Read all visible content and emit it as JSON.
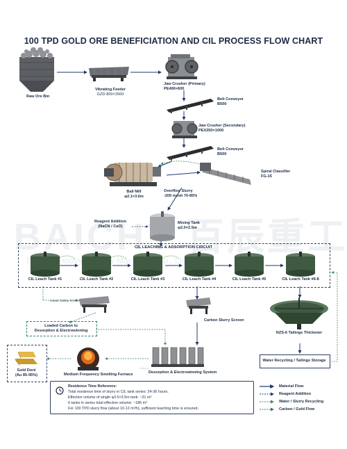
{
  "title": "100 TPD GOLD ORE BENEFICIATION AND CIL PROCESS FLOW CHART",
  "watermark": "BAICHY 百辰重工",
  "watermark_sub": "Baichen Heavy Industry Machinery Co., Ltd.",
  "equipment": {
    "raw_ore_bin": "Raw Ore Bin",
    "vibrating_feeder": "Vibrating Feeder",
    "vibrating_feeder_model": "GZD-800×2500",
    "jaw_primary": "Jaw Crusher (Primary)",
    "jaw_primary_model": "PE400×600",
    "belt1": "Belt Conveyor",
    "belt1_model": "B500",
    "jaw_secondary": "Jaw Crusher (Secondary)",
    "jaw_secondary_model": "PEX250×1000",
    "belt2": "Belt Conveyor",
    "belt2_model": "B500",
    "spiral": "Spiral Classifier",
    "spiral_model": "FG-15",
    "ball_mill": "Ball Mill",
    "ball_mill_model": "φ2.1×3.6m",
    "overflow": "Overflow Slurry",
    "overflow_spec": "-200 mesh 70-85%",
    "reagent": "Reagent Addition",
    "reagent_spec": "(NaCN / CaO)",
    "mixing_tank": "Mixing Tank",
    "mixing_tank_model": "φ2.0×2.5m"
  },
  "cil": {
    "header": "CIL LEACHING & ADSORPTION CIRCUIT",
    "tanks": [
      "CIL Leach Tank #1",
      "CIL Leach Tank #2",
      "CIL Leach Tank #3",
      "CIL Leach Tank #4",
      "CIL Leach Tank #5",
      "CIL Leach Tank #6-8"
    ]
  },
  "downstream": {
    "screen1": "Linear Safety Screen",
    "loaded_carbon": "Loaded Carbon to",
    "loaded_carbon2": "Desorption & Electrowinning",
    "carbon_screen": "Carbon Slurry Screen",
    "thickener": "NZS-6 Tailings Thickener",
    "water": "Water Recycling / Tailings Storage",
    "gold": "Gold Doré",
    "gold_spec": "(Au 85-95%)",
    "furnace": "Medium Frequency Smelting Furnace",
    "desorption": "Desorption & Electrowinning System"
  },
  "notes": {
    "title": "Residence Time Reference:",
    "lines": [
      "Total residence time of slurry in CIL tank series: 24-36 hours.",
      "Effective volume of single φ3.5×3.5m tank: ~31 m³",
      "6 tanks in series total effective volume: ~186 m³",
      "For 100 TPD slurry flow (about 10-12 m³/h), sufficient leaching time is ensured."
    ]
  },
  "legend": {
    "items": [
      "Material Flow",
      "Reagent Addition",
      "Water / Slurry Recycling",
      "Carbon / Gold Flow"
    ],
    "colors": [
      "#1f3a6e",
      "#1f3a6e",
      "#3f8f4a",
      "#2f7d6a"
    ]
  }
}
